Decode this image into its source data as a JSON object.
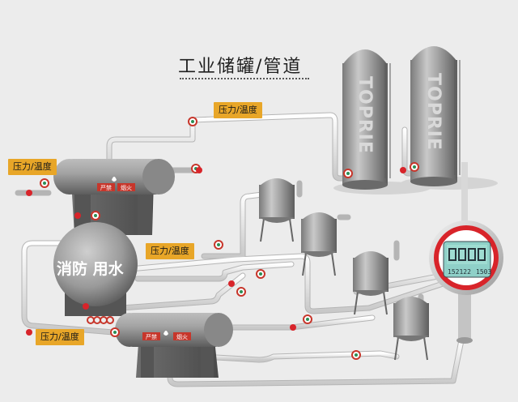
{
  "title": "工业储罐/管道",
  "labels": {
    "pressure_temp": "压力/温度",
    "fire_tank": "消防  用水",
    "strict_no": "严禁",
    "fire": "烟火"
  },
  "brand": "TOPRIE",
  "meter": {
    "sub1": "152122",
    "sub2": "1503",
    "accent_color": "#d8242a",
    "lcd_color": "#8fd0c8"
  },
  "colors": {
    "tag": "#e8a628",
    "pipe": "#f2f2f2",
    "tank": "#8a8a8a"
  }
}
